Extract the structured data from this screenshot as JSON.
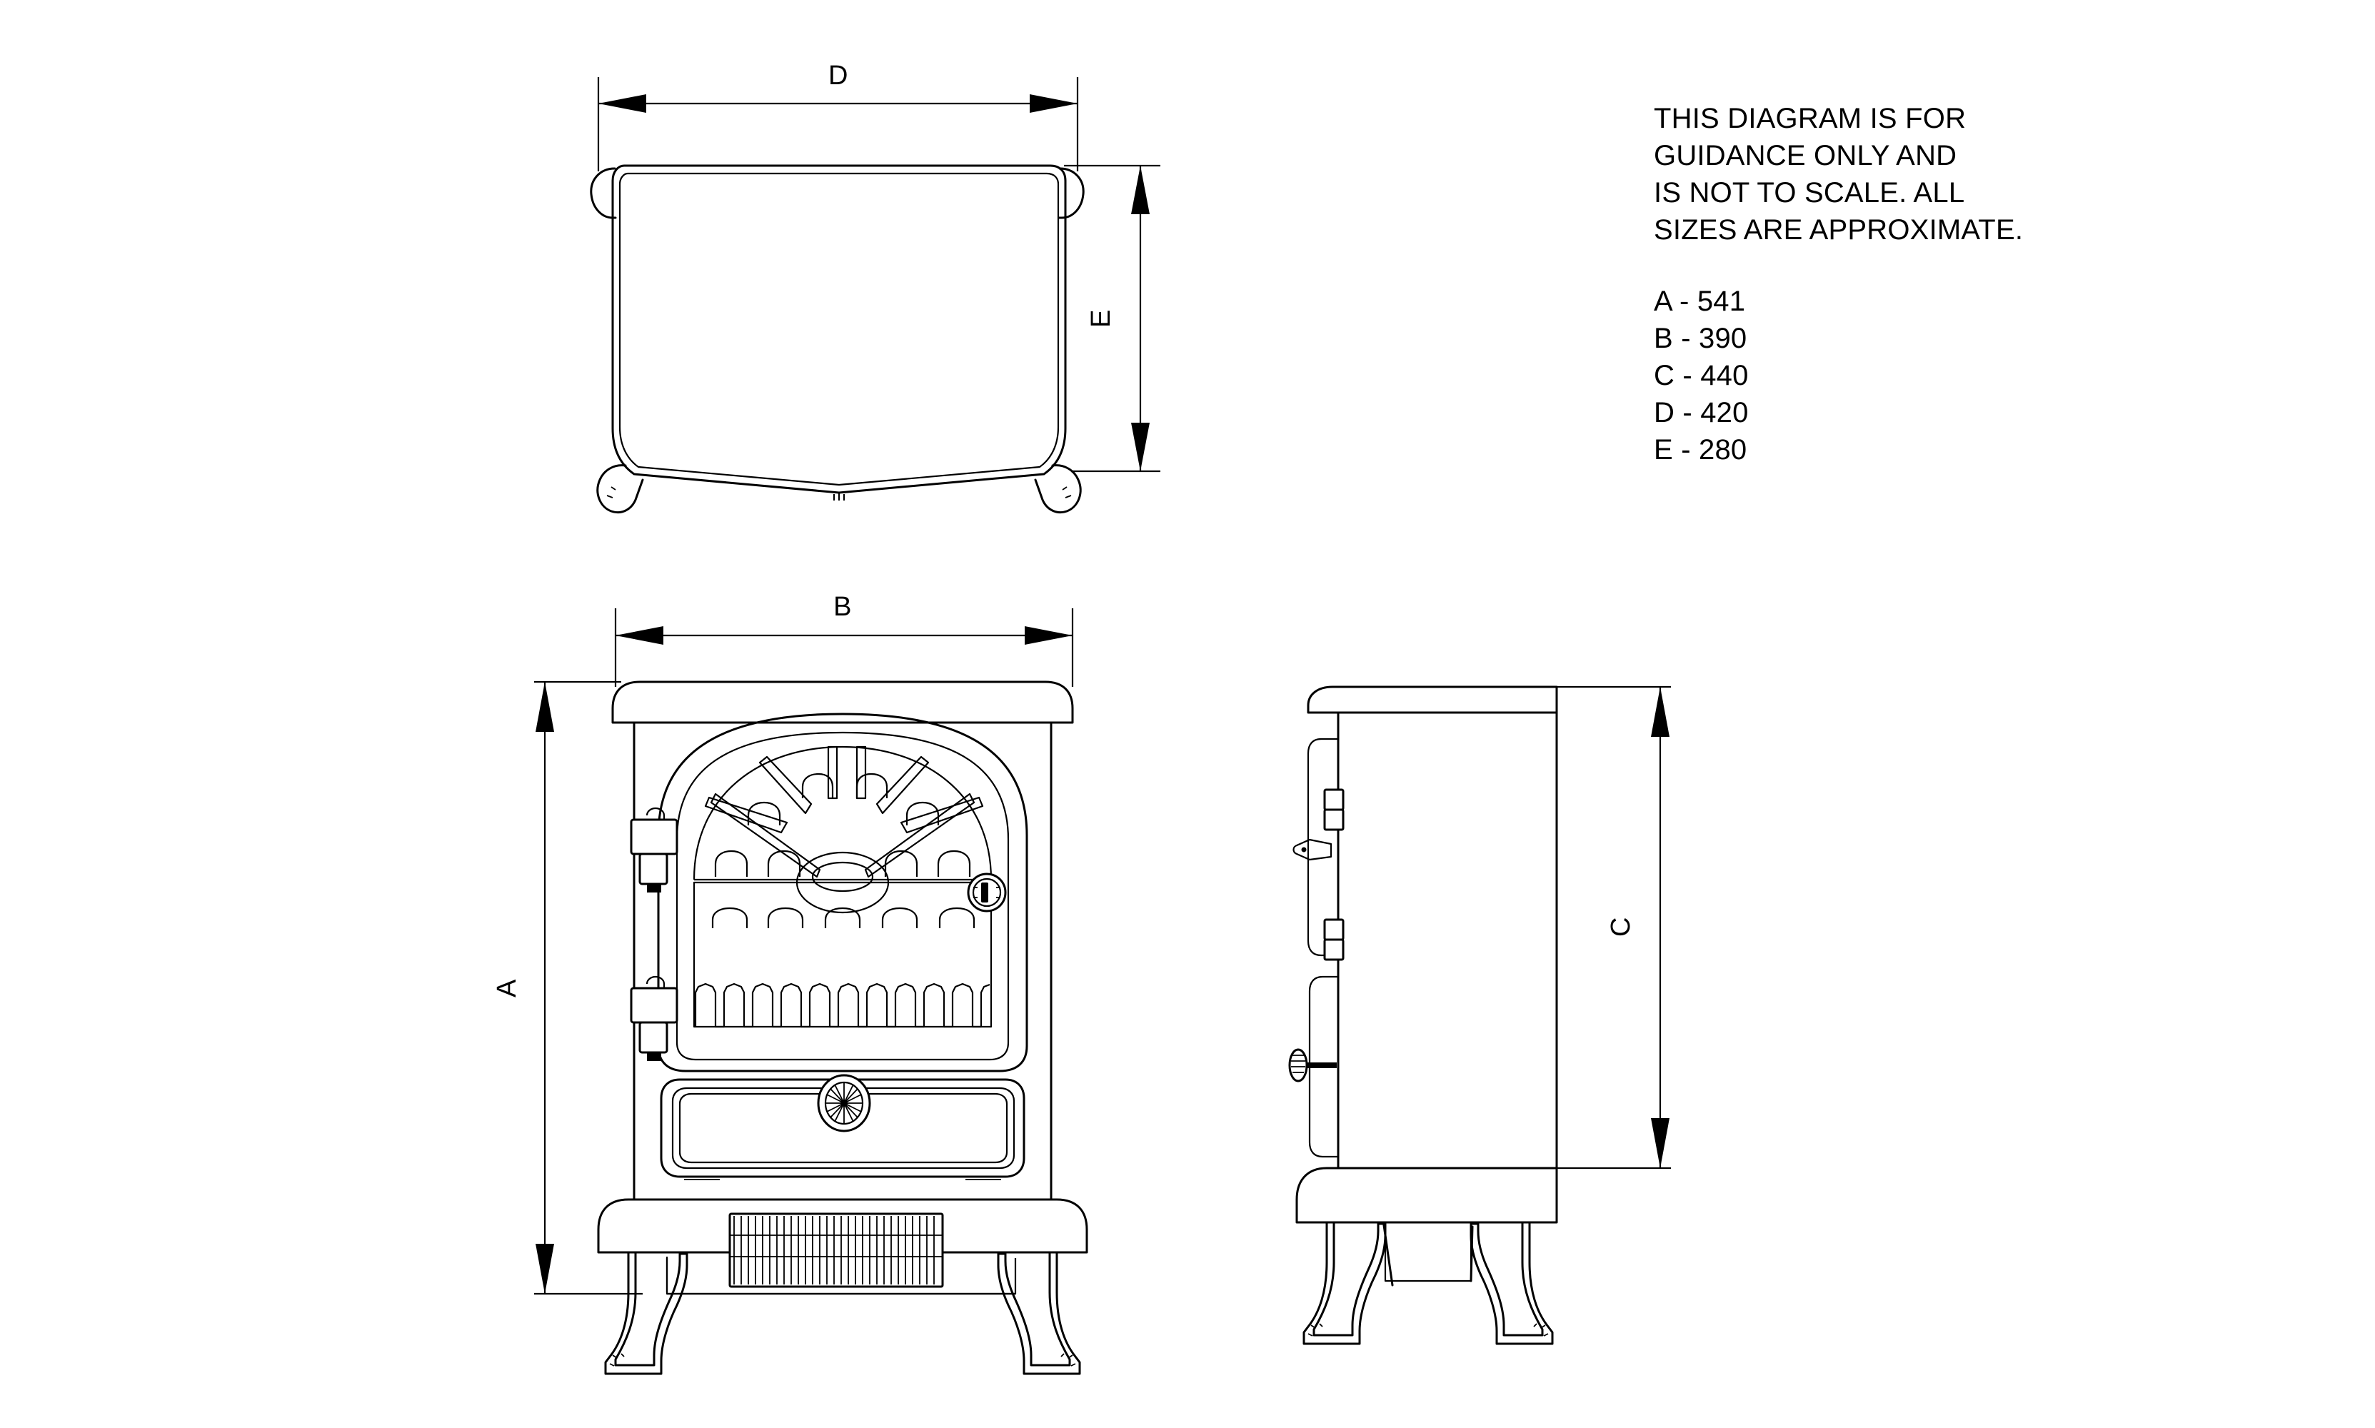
{
  "document": {
    "kind": "technical-dimension-drawing",
    "subject": "wood burning stove",
    "background_color": "#ffffff",
    "line_color": "#000000"
  },
  "note": {
    "text": "THIS DIAGRAM IS FOR\nGUIDANCE ONLY AND\nIS NOT TO SCALE. ALL\nSIZES ARE APPROXIMATE."
  },
  "dimensions": {
    "unit": "mm",
    "rows": [
      {
        "key": "A",
        "sep": " - ",
        "value": "541",
        "line": "A - 541"
      },
      {
        "key": "B",
        "sep": " - ",
        "value": "390",
        "line": "B - 390"
      },
      {
        "key": "C",
        "sep": " - ",
        "value": "440",
        "line": "C - 440"
      },
      {
        "key": "D",
        "sep": " - ",
        "value": "420",
        "line": "D - 420"
      },
      {
        "key": "E",
        "sep": " - ",
        "value": "280",
        "line": "E - 280"
      }
    ]
  },
  "views": {
    "top": {
      "name": "plan-view",
      "labels": {
        "width": "D",
        "depth": "E"
      }
    },
    "front": {
      "name": "front-elevation",
      "labels": {
        "height": "A",
        "width": "B"
      },
      "features": [
        "top-plate",
        "stove-door",
        "sunburst-fan-casting",
        "door-window",
        "grate-teeth",
        "door-hinge-upper",
        "door-hinge-lower",
        "door-latch-knob",
        "ash-pan-drawer",
        "ash-pan-rosette-knob",
        "base-plinth",
        "left-leg",
        "right-leg",
        "louvre-vent-grille"
      ]
    },
    "side": {
      "name": "side-elevation",
      "labels": {
        "depth": "C"
      },
      "features": [
        "top-plate",
        "door-edge",
        "door-hinge-upper",
        "door-hinge-lower",
        "door-latch-handle",
        "ash-pan-edge",
        "ash-pan-knob",
        "base-plinth",
        "front-leg",
        "rear-leg"
      ]
    }
  },
  "chart_data": {
    "type": "table",
    "title": "Stove dimensions",
    "categories": [
      "A",
      "B",
      "C",
      "D",
      "E"
    ],
    "values": [
      541,
      390,
      440,
      420,
      280
    ],
    "units": "mm"
  }
}
